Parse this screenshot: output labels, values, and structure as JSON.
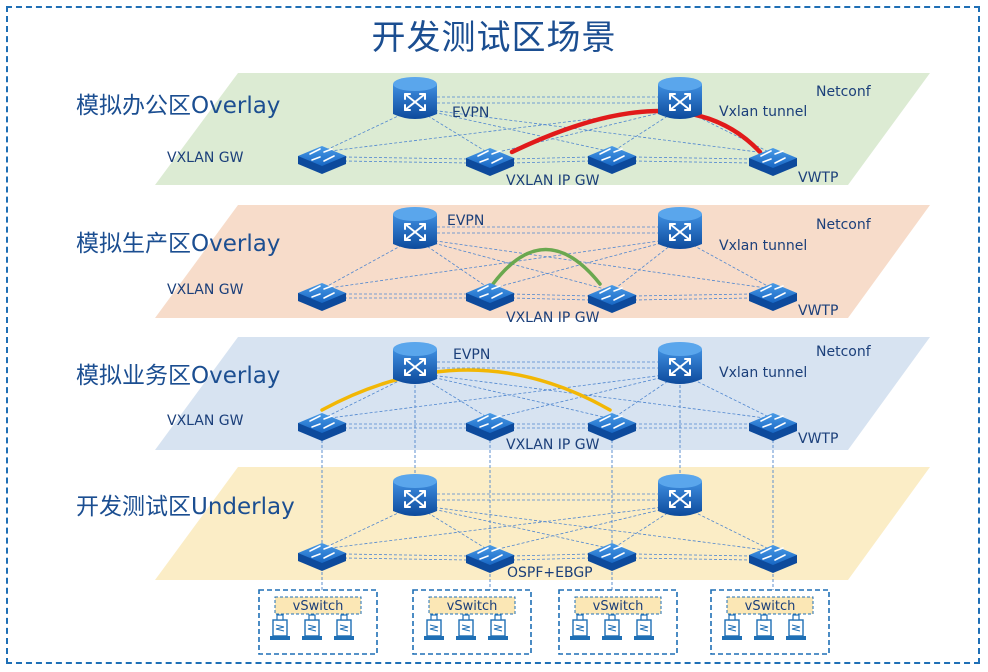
{
  "title": "开发测试区场景",
  "layers": [
    {
      "title": "模拟办公区Overlay",
      "evpn": "EVPN",
      "vxlan_tunnel": "Vxlan tunnel",
      "netconf": "Netconf",
      "vxlan_gw": "VXLAN GW",
      "vxlan_ip_gw": "VXLAN IP GW",
      "vwtp": "VWTP",
      "color": "#dcebd3",
      "arc_color": "#e11a1a"
    },
    {
      "title": "模拟生产区Overlay",
      "evpn": "EVPN",
      "vxlan_tunnel": "Vxlan tunnel",
      "netconf": "Netconf",
      "vxlan_gw": "VXLAN GW",
      "vxlan_ip_gw": "VXLAN IP GW",
      "vwtp": "VWTP",
      "color": "#f7dcca",
      "arc_color": "#6aa84f"
    },
    {
      "title": "模拟业务区Overlay",
      "evpn": "EVPN",
      "vxlan_tunnel": "Vxlan tunnel",
      "netconf": "Netconf",
      "vxlan_gw": "VXLAN GW",
      "vxlan_ip_gw": "VXLAN IP GW",
      "vwtp": "VWTP",
      "color": "#d7e3f1",
      "arc_color": "#f2b705"
    }
  ],
  "underlay": {
    "title": "开发测试区Underlay",
    "protocol": "OSPF+EBGP",
    "color": "#fbedc6"
  },
  "vswitches": [
    {
      "label": "vSwitch"
    },
    {
      "label": "vSwitch"
    },
    {
      "label": "vSwitch"
    },
    {
      "label": "vSwitch"
    }
  ],
  "icons": {
    "spine": "spine-switch-icon",
    "leaf": "leaf-switch-icon",
    "vm": "virtual-machine-icon"
  }
}
